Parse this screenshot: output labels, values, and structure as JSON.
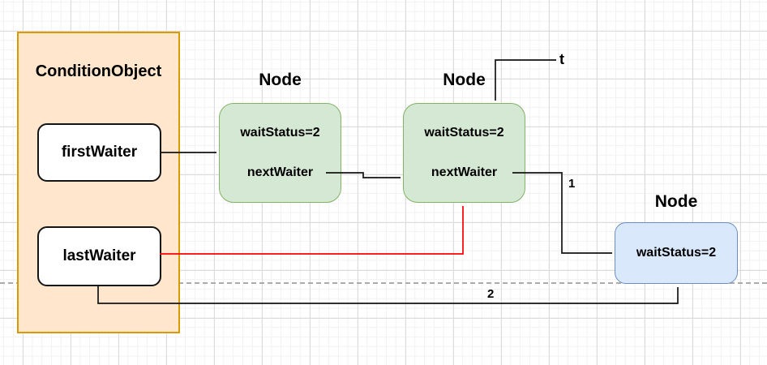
{
  "condition_object": {
    "title": "ConditionObject",
    "first_waiter": "firstWaiter",
    "last_waiter": "lastWaiter"
  },
  "node1": {
    "title": "Node",
    "wait_status": "waitStatus=2",
    "next_waiter": "nextWaiter"
  },
  "node2": {
    "title": "Node",
    "wait_status": "waitStatus=2",
    "next_waiter": "nextWaiter"
  },
  "node3": {
    "title": "Node",
    "wait_status": "waitStatus=2"
  },
  "labels": {
    "thread": "t",
    "edge_one": "1",
    "edge_two": "2"
  },
  "colors": {
    "condition_fill": "#ffe6cc",
    "condition_border": "#d79b00",
    "node_green_fill": "#d5e8d4",
    "node_green_border": "#82b366",
    "node_blue_fill": "#dae8fc",
    "node_blue_border": "#6c8ebf",
    "arrow_black": "#131313",
    "arrow_red": "#ff0000",
    "dashed_line": "#ababab"
  }
}
